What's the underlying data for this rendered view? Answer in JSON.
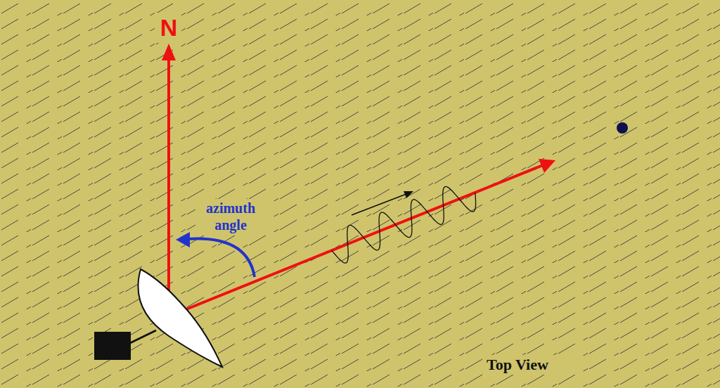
{
  "diagram": {
    "labels": [
      "N",
      "azimuth angle",
      "Top View"
    ]
  }
}
